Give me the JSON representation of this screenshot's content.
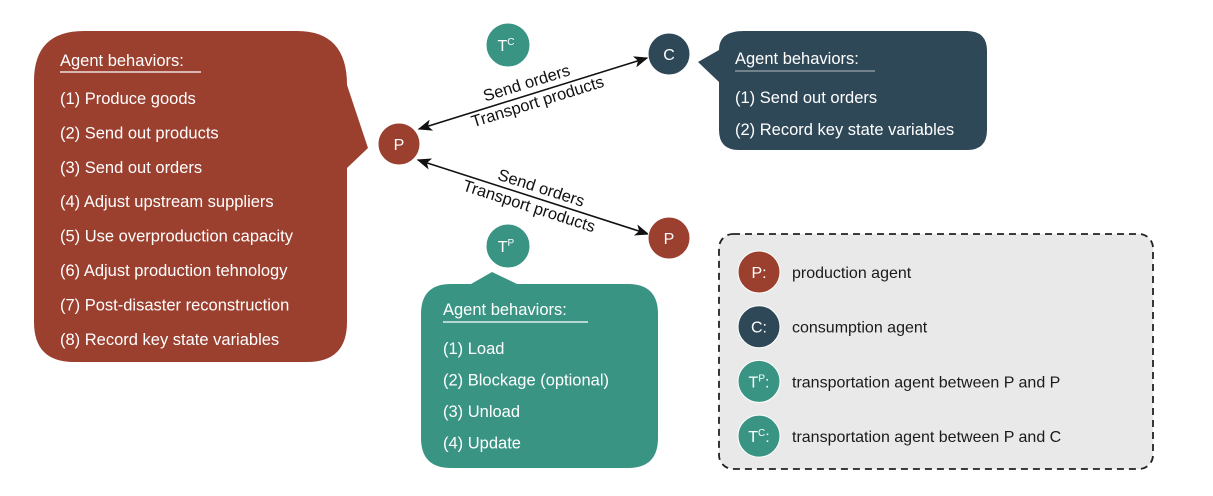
{
  "colors": {
    "production": "#9b3f2f",
    "consumption": "#2f4858",
    "transport": "#3a9483",
    "legend_bg": "#e9e9e9",
    "edge": "#111111"
  },
  "nodes": {
    "p_main": {
      "label": "P"
    },
    "p_second": {
      "label": "P"
    },
    "c": {
      "label": "C"
    },
    "tc": {
      "label": "T",
      "sup": "C"
    },
    "tp": {
      "label": "T",
      "sup": "P"
    }
  },
  "edges": {
    "p_to_c": {
      "top": "Send orders",
      "bottom": "Transport products"
    },
    "p_to_p": {
      "top": "Send orders",
      "bottom": "Transport products"
    }
  },
  "production_box": {
    "title": "Agent behaviors:",
    "items": [
      "(1) Produce goods",
      "(2) Send out products",
      "(3) Send out orders",
      "(4) Adjust upstream suppliers",
      "(5) Use overproduction capacity",
      "(6) Adjust production tehnology",
      "(7) Post-disaster reconstruction",
      "(8) Record key state variables"
    ]
  },
  "consumption_box": {
    "title": "Agent behaviors:",
    "items": [
      "(1) Send out orders",
      "(2) Record key state variables"
    ]
  },
  "transport_box": {
    "title": "Agent behaviors:",
    "items": [
      "(1) Load",
      "(2) Blockage (optional)",
      "(3) Unload",
      "(4) Update"
    ]
  },
  "legend": {
    "items": [
      {
        "symbol": "P",
        "sup": "",
        "suffix": ":",
        "label": "production agent"
      },
      {
        "symbol": "C",
        "sup": "",
        "suffix": ":",
        "label": "consumption agent"
      },
      {
        "symbol": "T",
        "sup": "P",
        "suffix": ":",
        "label": "transportation agent between P and P"
      },
      {
        "symbol": "T",
        "sup": "C",
        "suffix": ":",
        "label": "transportation agent between P and C"
      }
    ]
  }
}
